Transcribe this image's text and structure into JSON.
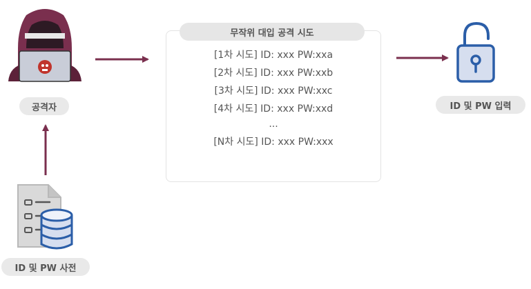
{
  "labels": {
    "attacker": "공격자",
    "dictionary": "ID 및 PW 사전",
    "login": "ID 및 PW 입력"
  },
  "attempt_box": {
    "title": "무작위 대입 공격 시도",
    "attempts": [
      "[1차 시도] ID: xxx  PW:xxa",
      "[2차 시도] ID: xxx  PW:xxb",
      "[3차 시도] ID: xxx  PW:xxc",
      "[4차 시도] ID: xxx  PW:xxd",
      "...",
      "[N차 시도] ID: xxx  PW:xxx"
    ]
  },
  "colors": {
    "arrow": "#7a2f4e",
    "hood": "#7a2f4e",
    "laptop": "#c9cdd8",
    "skull": "#c0342c",
    "lock_stroke": "#2b5ea8",
    "lock_fill": "#d6deef",
    "db": "#2b5ea8",
    "doc": "#d9d9d9"
  },
  "icons": [
    "hacker-icon",
    "skull-icon",
    "database-icon",
    "document-icon",
    "lock-icon"
  ]
}
